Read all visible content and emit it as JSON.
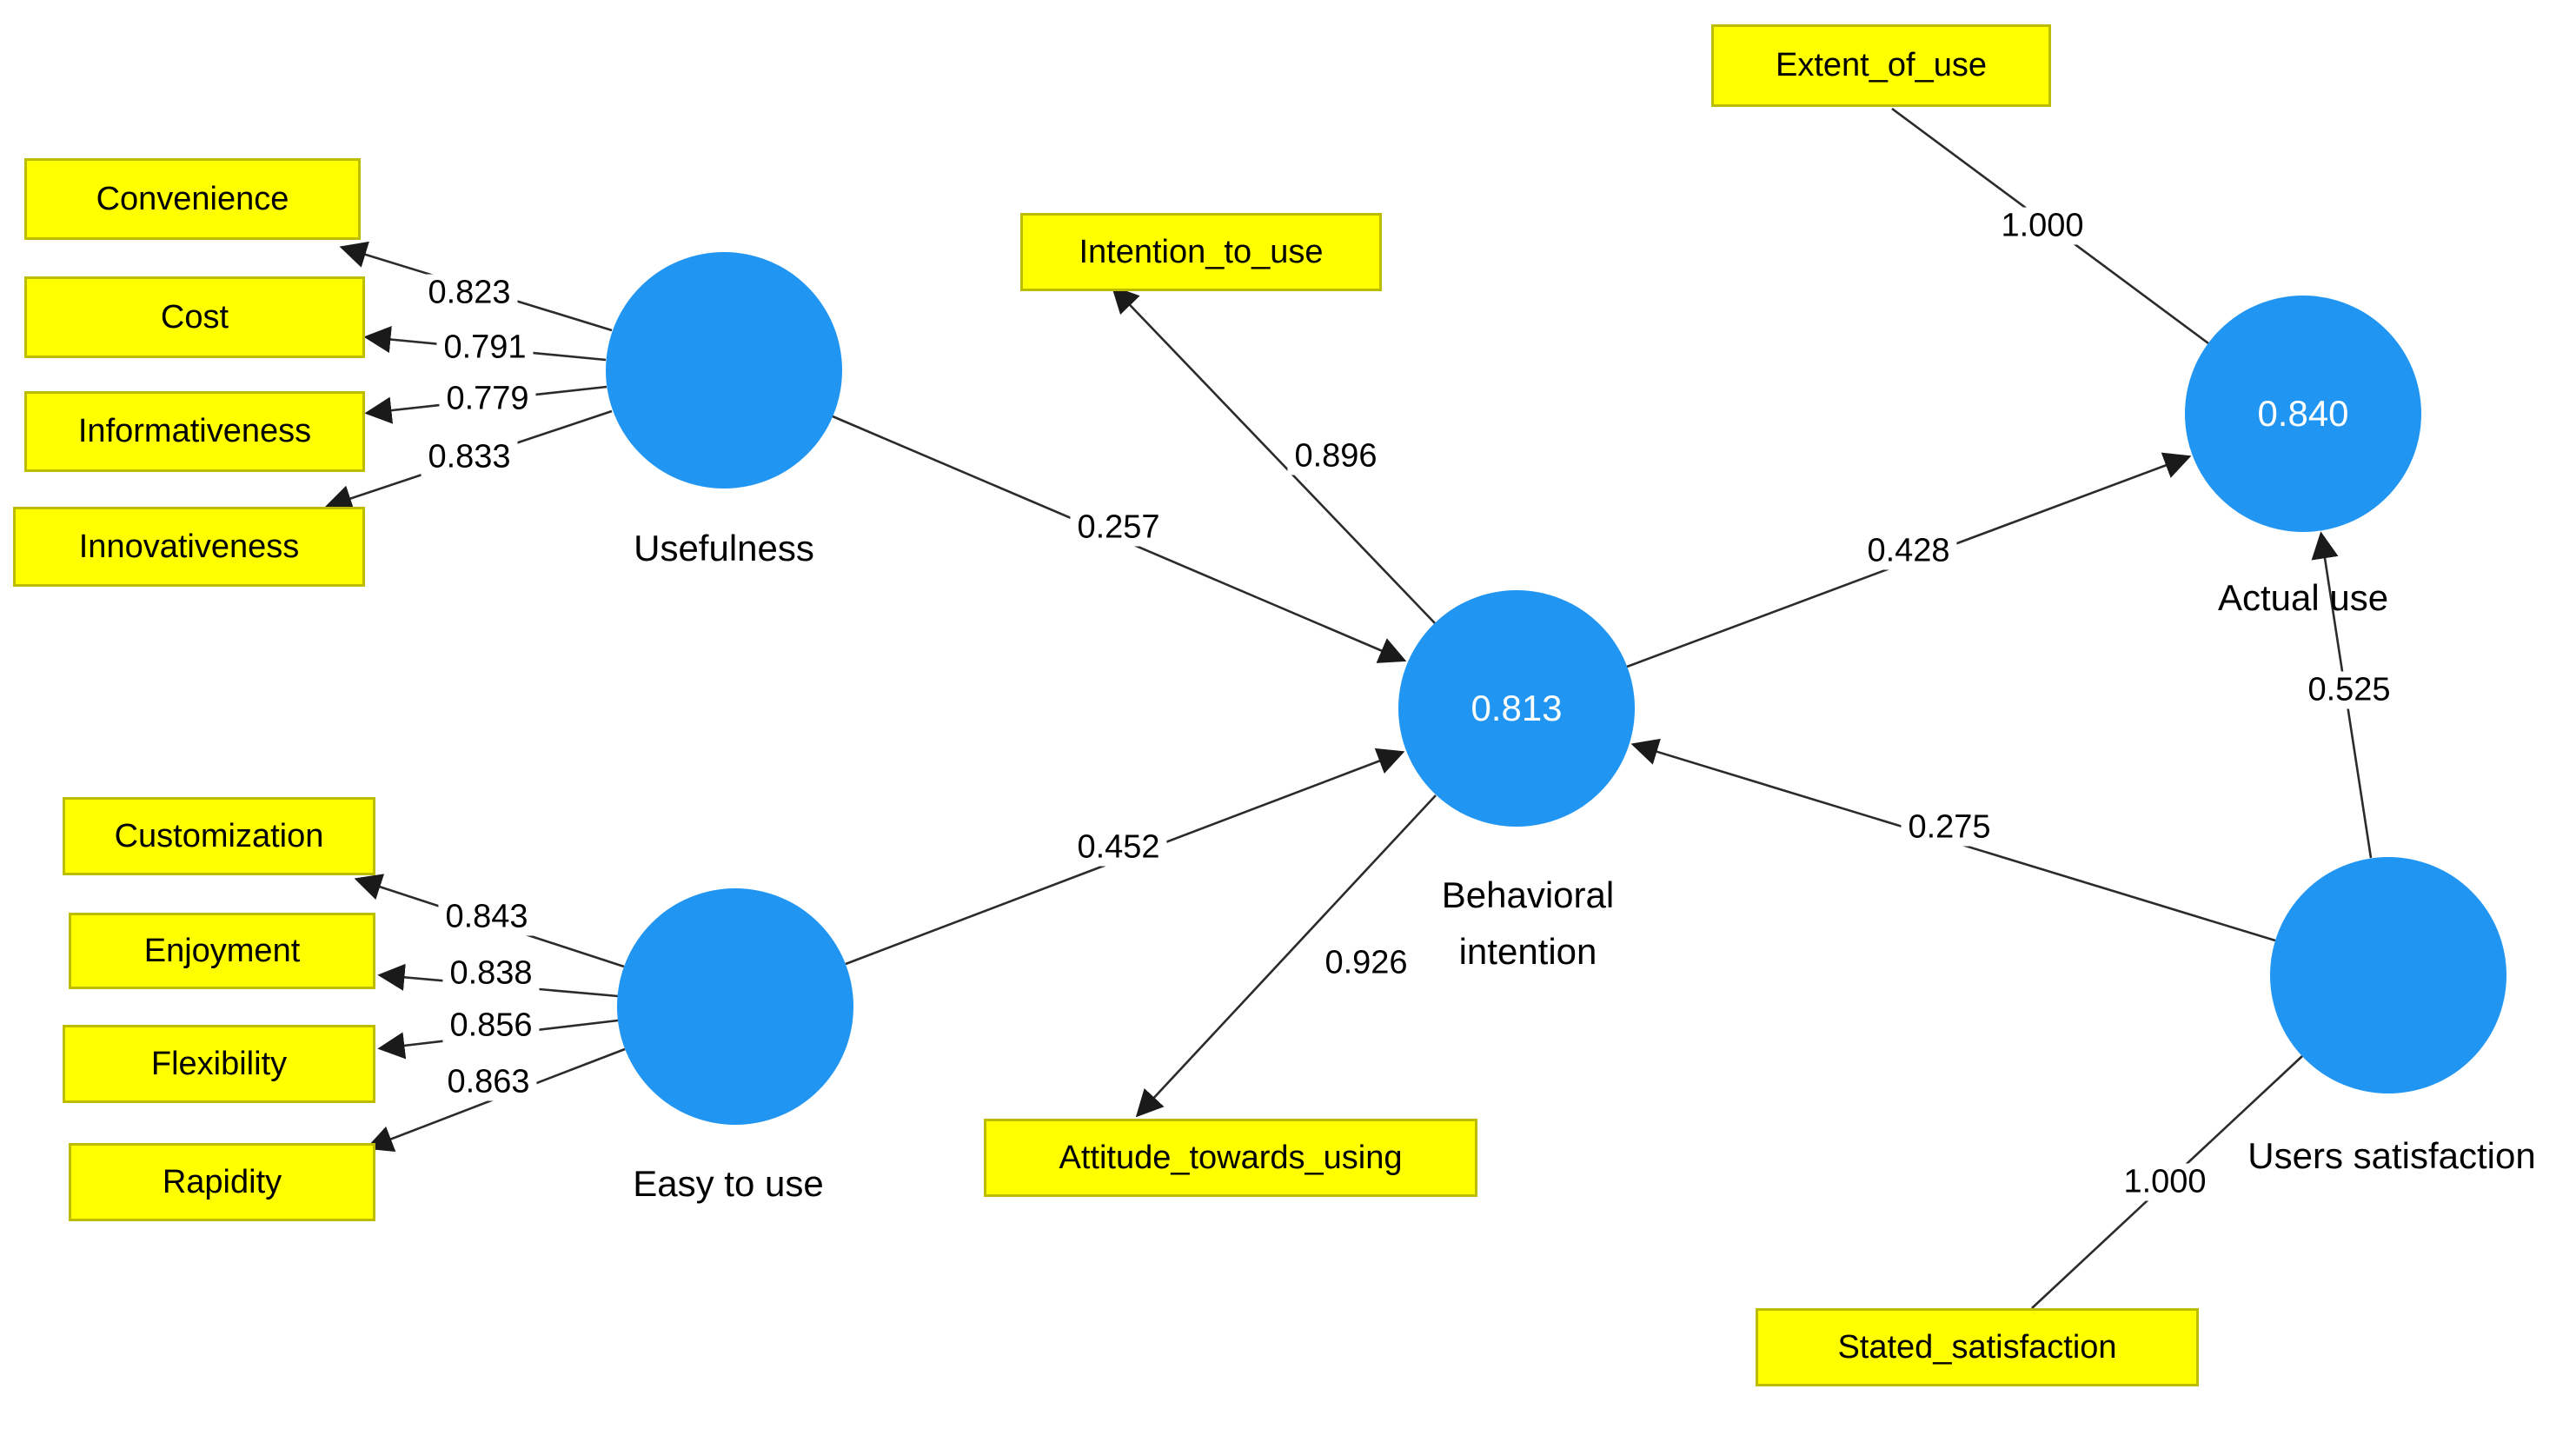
{
  "diagram": {
    "kind": "PLS-SEM path model",
    "colors": {
      "latent_fill": "#2095F2",
      "latent_value_text": "#FFFFFF",
      "indicator_fill": "#FFFF00",
      "indicator_border": "#BDBD00",
      "edge_line": "#2B2B2B",
      "label_text": "#000000",
      "background": "#FFFFFF"
    }
  },
  "latents": [
    {
      "label": "Usefulness",
      "value": ""
    },
    {
      "label": "Easy to use",
      "value": ""
    },
    {
      "label": "Behavioral intention",
      "label_lines": [
        "Behavioral",
        "intention"
      ],
      "value": "0.813"
    },
    {
      "label": "Actual use",
      "value": "0.840"
    },
    {
      "label": "Users satisfaction",
      "value": ""
    }
  ],
  "indicators": [
    {
      "label": "Convenience"
    },
    {
      "label": "Cost"
    },
    {
      "label": "Informativeness"
    },
    {
      "label": "Innovativeness"
    },
    {
      "label": "Customization"
    },
    {
      "label": "Enjoyment"
    },
    {
      "label": "Flexibility"
    },
    {
      "label": "Rapidity"
    },
    {
      "label": "Intention_to_use"
    },
    {
      "label": "Attitude_towards_using"
    },
    {
      "label": "Extent_of_use"
    },
    {
      "label": "Stated_satisfaction"
    }
  ],
  "edges": [
    {
      "from": "Usefulness",
      "to": "Convenience",
      "value": "0.823"
    },
    {
      "from": "Usefulness",
      "to": "Cost",
      "value": "0.791"
    },
    {
      "from": "Usefulness",
      "to": "Informativeness",
      "value": "0.779"
    },
    {
      "from": "Usefulness",
      "to": "Innovativeness",
      "value": "0.833"
    },
    {
      "from": "Easy to use",
      "to": "Customization",
      "value": "0.843"
    },
    {
      "from": "Easy to use",
      "to": "Enjoyment",
      "value": "0.838"
    },
    {
      "from": "Easy to use",
      "to": "Flexibility",
      "value": "0.856"
    },
    {
      "from": "Easy to use",
      "to": "Rapidity",
      "value": "0.863"
    },
    {
      "from": "Usefulness",
      "to": "Behavioral intention",
      "value": "0.257"
    },
    {
      "from": "Easy to use",
      "to": "Behavioral intention",
      "value": "0.452"
    },
    {
      "from": "Behavioral intention",
      "to": "Intention_to_use",
      "value": "0.896"
    },
    {
      "from": "Behavioral intention",
      "to": "Attitude_towards_using",
      "value": "0.926"
    },
    {
      "from": "Behavioral intention",
      "to": "Actual use",
      "value": "0.428"
    },
    {
      "from": "Users satisfaction",
      "to": "Actual use",
      "value": "0.525"
    },
    {
      "from": "Users satisfaction",
      "to": "Behavioral intention",
      "value": "0.275"
    },
    {
      "from": "Extent_of_use",
      "to": "Actual use",
      "value": "1.000"
    },
    {
      "from": "Users satisfaction",
      "to": "Stated_satisfaction",
      "value": "1.000"
    }
  ]
}
